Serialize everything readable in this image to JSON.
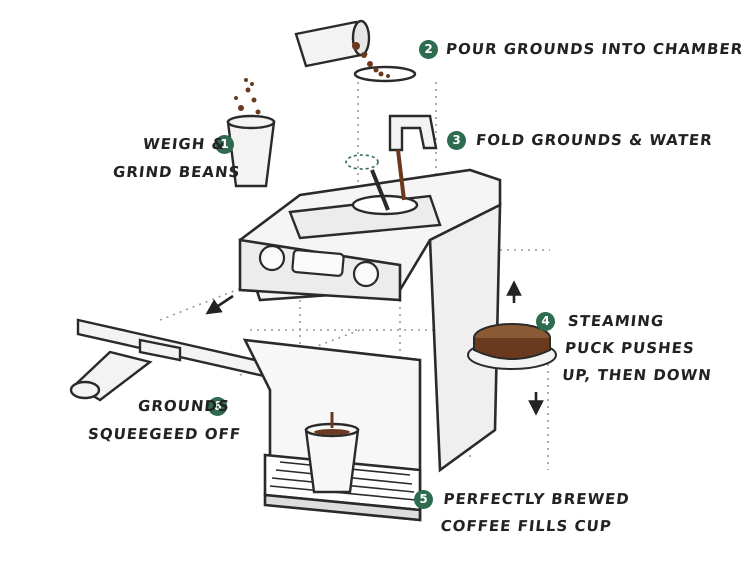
{
  "colors": {
    "badge": "#2f6b50",
    "ink": "#2a2a2a",
    "coffee": "#6b3a1e",
    "machine_fill": "#f3f3f3"
  },
  "steps": [
    {
      "number": "1",
      "lines": [
        "Weigh &",
        "Grind beans"
      ]
    },
    {
      "number": "2",
      "lines": [
        "Pour grounds into chamber"
      ]
    },
    {
      "number": "3",
      "lines": [
        "Fold grounds & water"
      ]
    },
    {
      "number": "4",
      "lines": [
        "Steaming",
        "puck pushes",
        "up, then down"
      ]
    },
    {
      "number": "5",
      "lines": [
        "Perfectly brewed",
        "coffee fills cup"
      ]
    },
    {
      "number": "6",
      "lines": [
        "Grounds",
        "squeegeed off"
      ]
    }
  ]
}
